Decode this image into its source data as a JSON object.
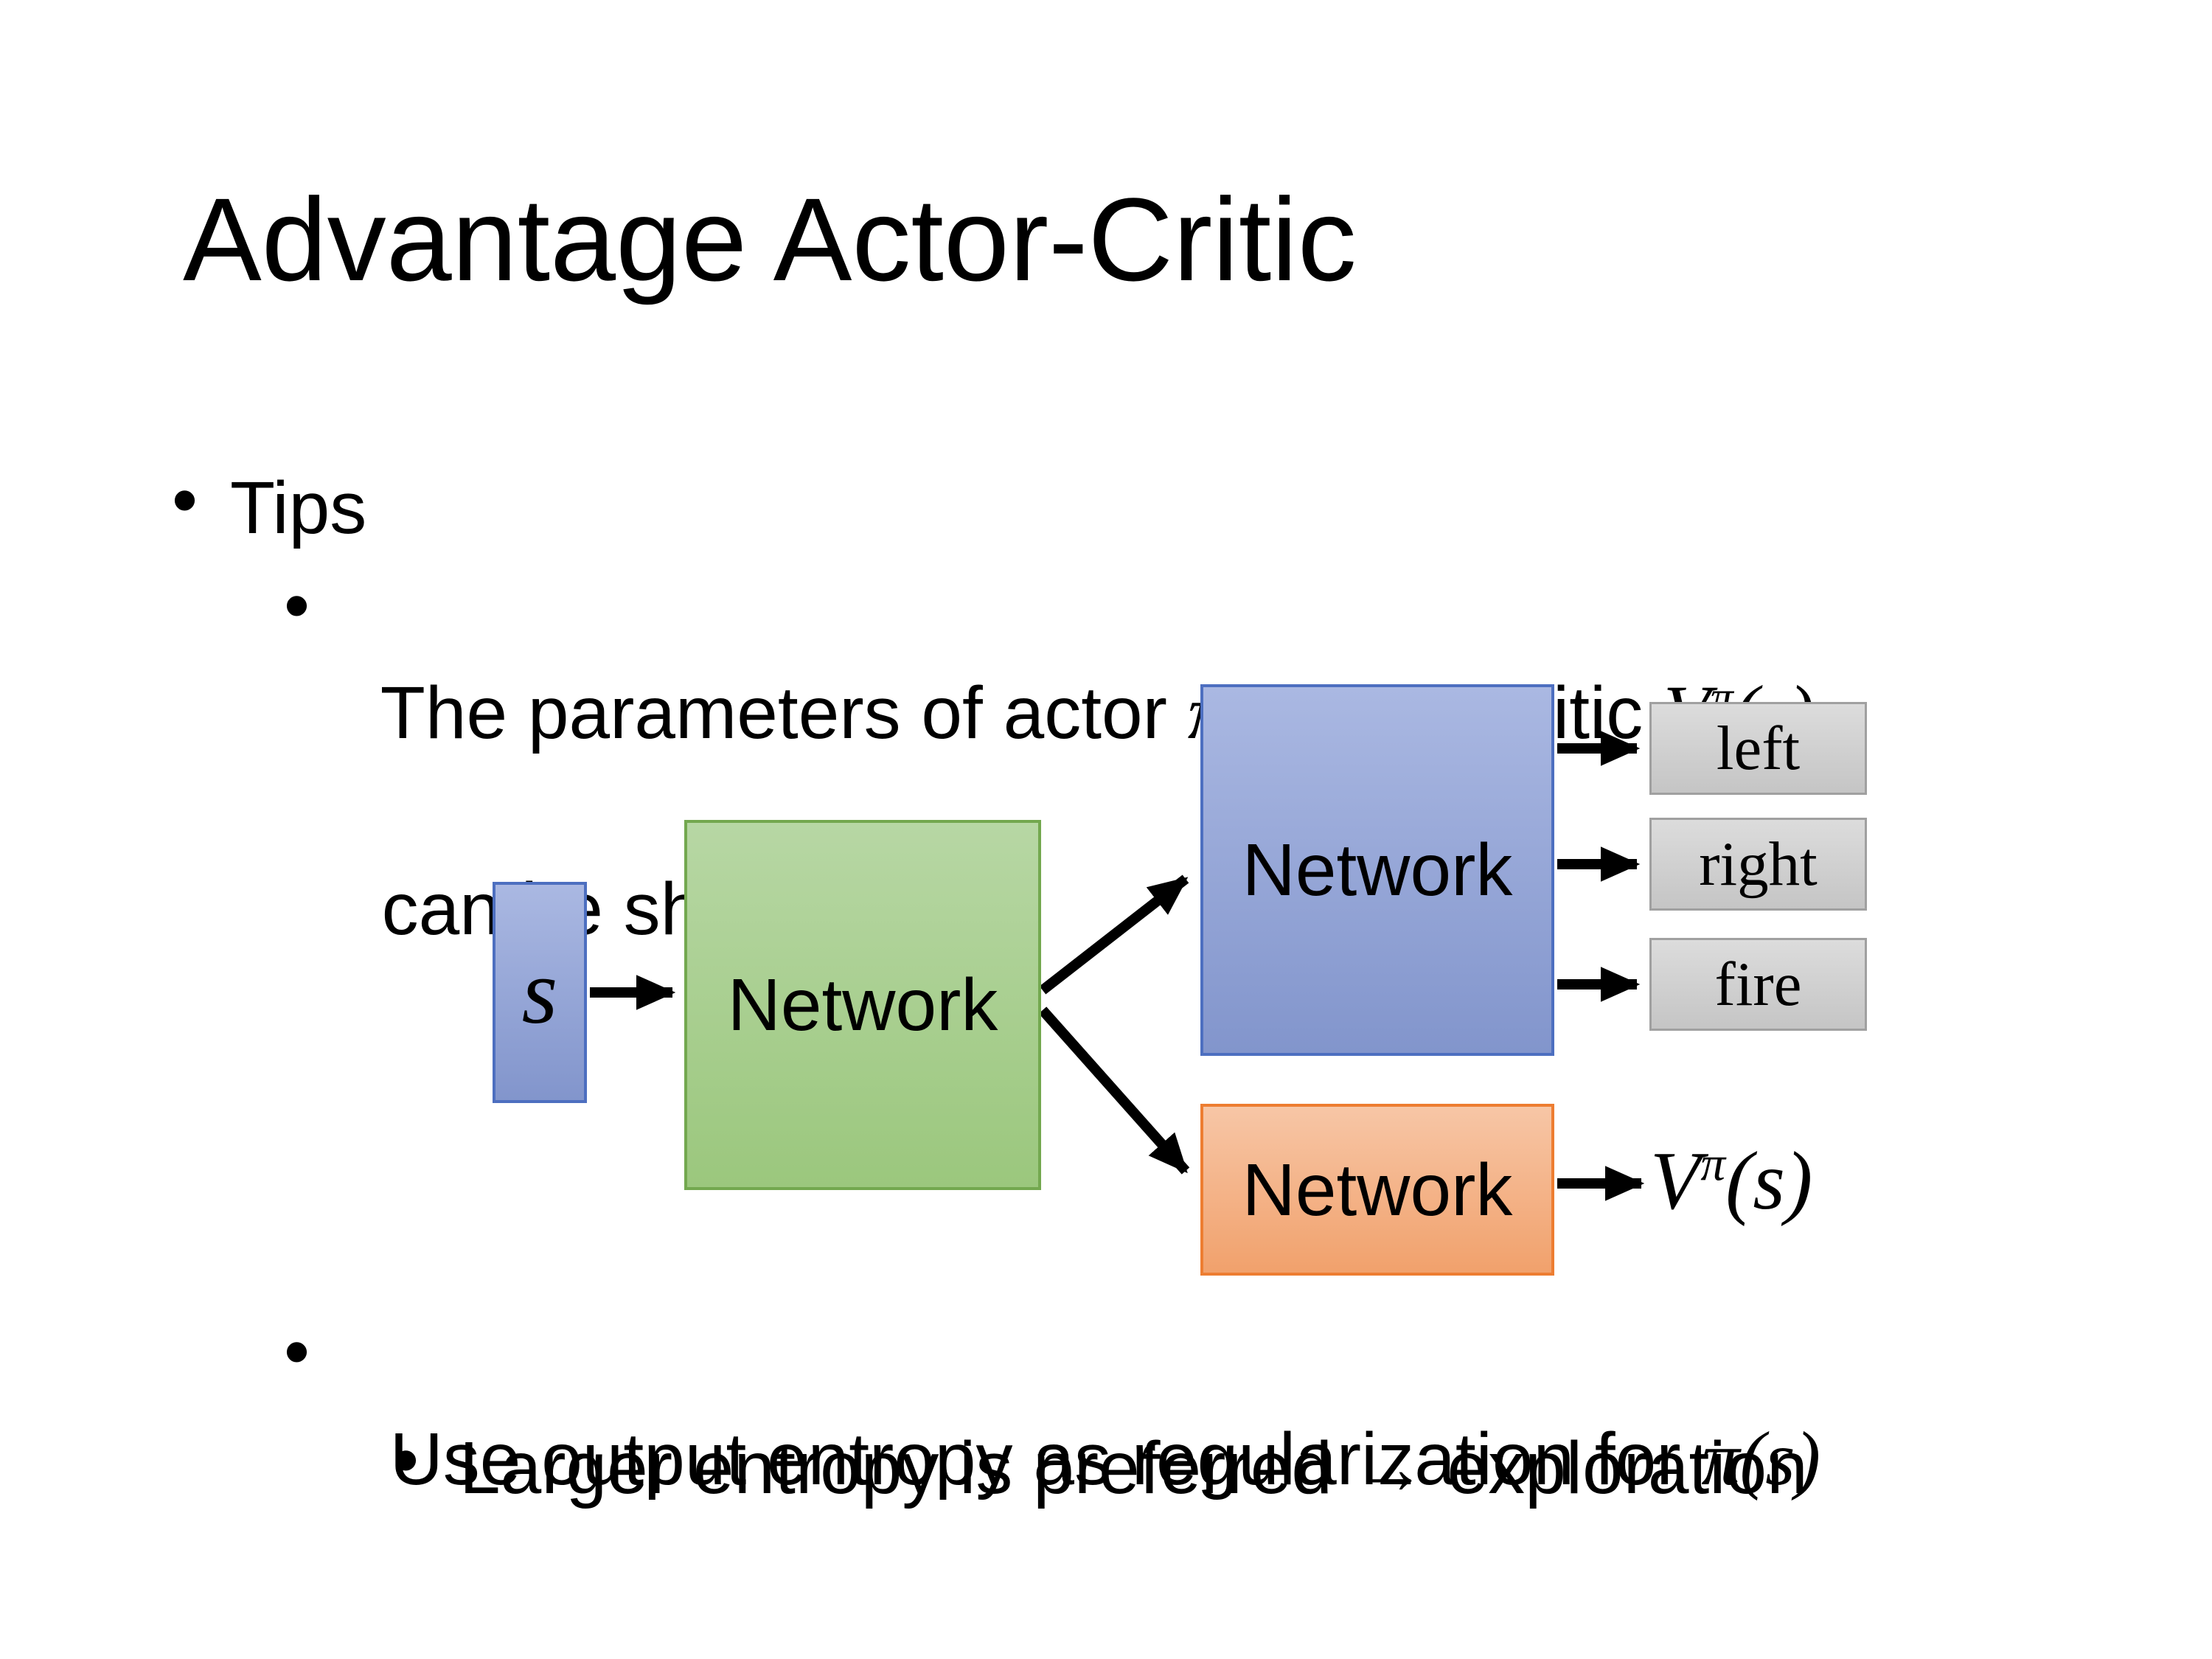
{
  "slide_title": "Advantage Actor-Critic",
  "bullet_char": "•",
  "bullets": {
    "tips": "Tips",
    "b2": {
      "text1": "The parameters of actor ",
      "math1": "π(s)",
      "text2": "  and critic ",
      "v_base": "V",
      "v_sup": "π",
      "v_args": "(s)",
      "line2": "can be shared"
    },
    "b3": {
      "text1": "Use output entropy as regularization for ",
      "math1": "π(s)"
    },
    "b4": "Larger entropy is preferred → exploration"
  },
  "diagram": {
    "input_label": "s",
    "shared_network_label": "Network",
    "actor_network_label": "Network",
    "critic_network_label": "Network",
    "action_labels": {
      "left": "left",
      "right": "right",
      "fire": "fire"
    },
    "value_base": "V",
    "value_sup": "π",
    "value_args": "(s)"
  },
  "colors": {
    "text": "#000000",
    "blue-fill-top": "#aab8e2",
    "blue-fill-bottom": "#8295cc",
    "blue-border": "#4d6fc0",
    "green-fill-top": "#b7d7a4",
    "green-fill-bottom": "#9bc77d",
    "green-border": "#73a84f",
    "orange-fill-top": "#f7c6a6",
    "orange-fill-bottom": "#f1a16c",
    "orange-border": "#ed7d31",
    "gray-fill-top": "#dcdcdc",
    "gray-fill-bottom": "#c5c5c5",
    "gray-border": "#a0a0a0"
  }
}
